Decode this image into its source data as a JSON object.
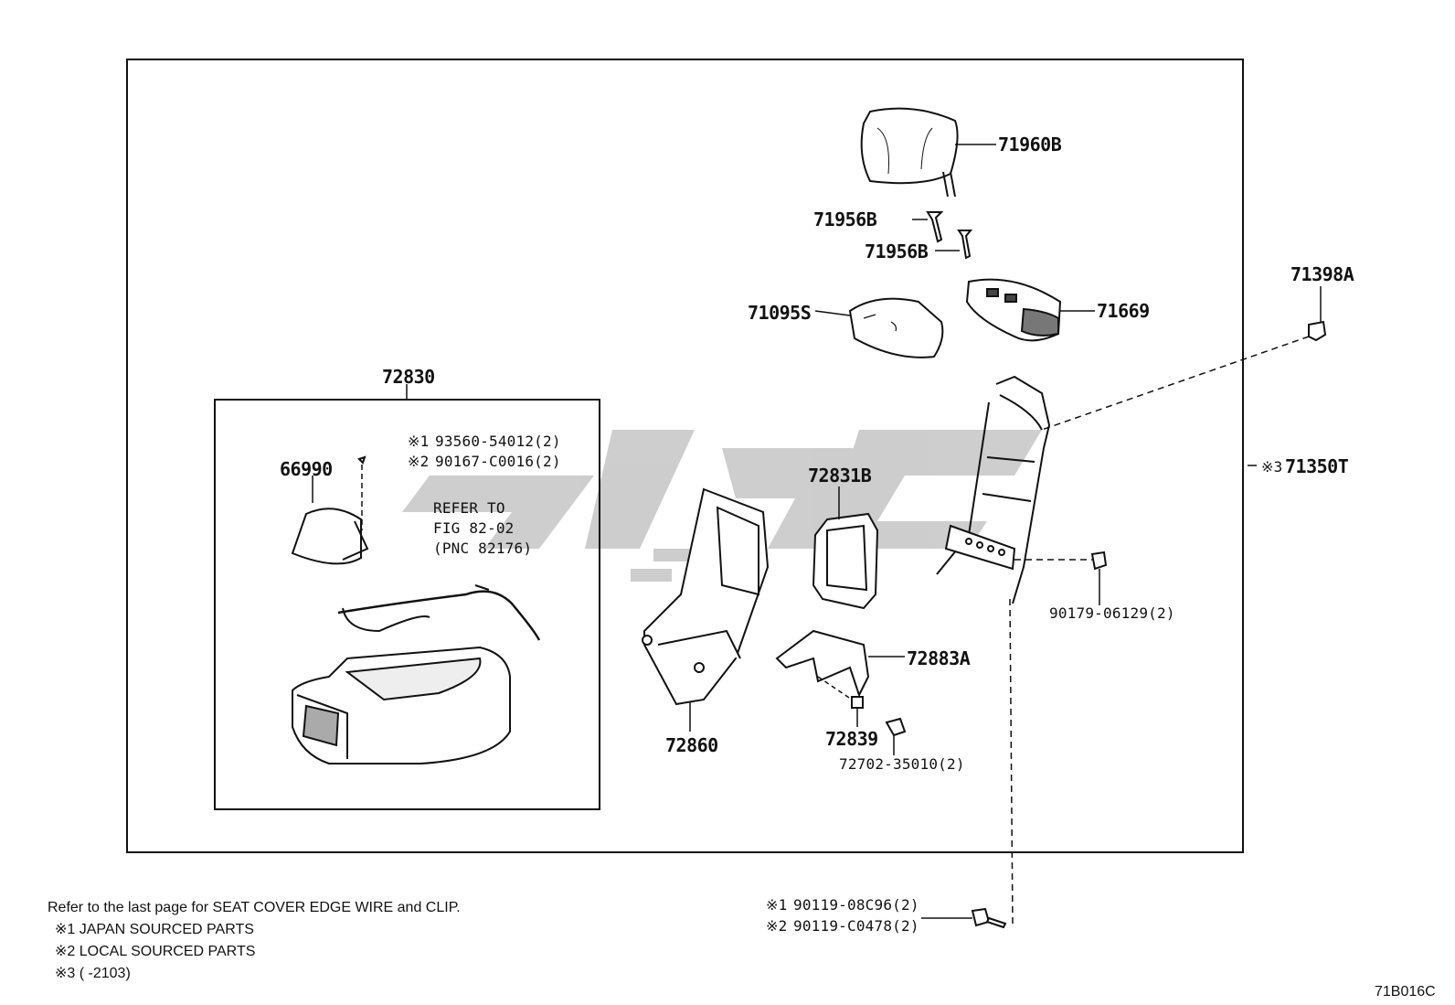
{
  "parts": {
    "p71960B": "71960B",
    "p71956B_a": "71956B",
    "p71956B_b": "71956B",
    "p71095S": "71095S",
    "p71669": "71669",
    "p71398A": "71398A",
    "p71350T": "71350T",
    "p71350T_mark": "※3",
    "p72830": "72830",
    "p66990": "66990",
    "p72831B": "72831B",
    "p72860": "72860",
    "p72883A": "72883A",
    "p72839": "72839",
    "p72702": "72702-35010(2)",
    "p90179": "90179-06129(2)"
  },
  "inner_box": {
    "l1_mark": "※1",
    "l1_text": "93560-54012(2)",
    "l2_mark": "※2",
    "l2_text": "90167-C0016(2)",
    "refer1": "REFER TO",
    "refer2": "FIG 82-02",
    "refer3": "(PNC 82176)"
  },
  "bolts": {
    "b1_mark": "※1",
    "b1_text": "90119-08C96(2)",
    "b2_mark": "※2",
    "b2_text": "90119-C0478(2)"
  },
  "notes": {
    "line1": "Refer to the last page for SEAT COVER EDGE WIRE and CLIP.",
    "line2": "※1 JAPAN SOURCED PARTS",
    "line3": "※2 LOCAL SOURCED PARTS",
    "line4": "※3 (        -2103)"
  },
  "figure_code": "71B016C"
}
